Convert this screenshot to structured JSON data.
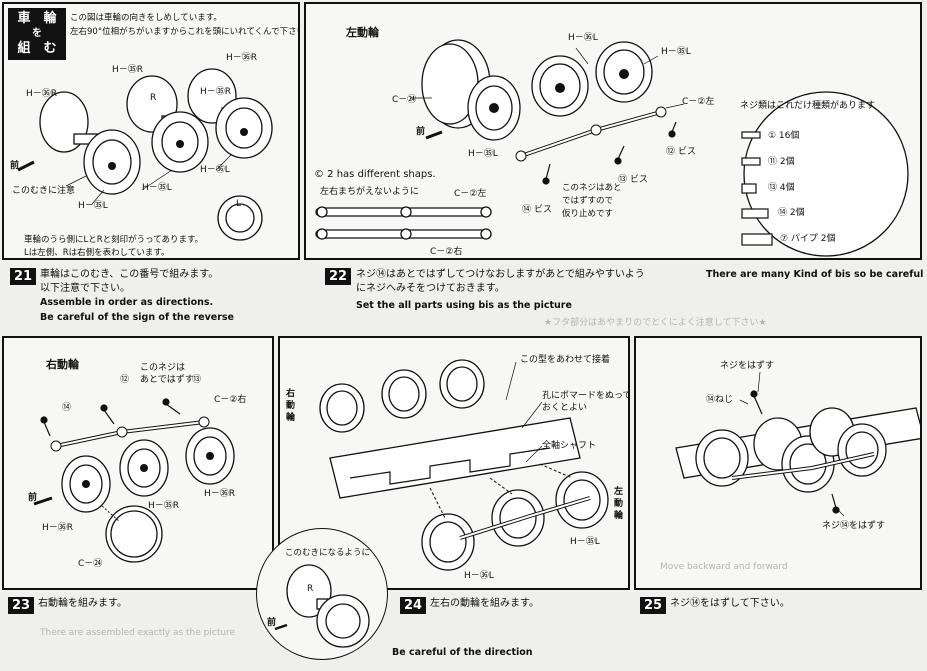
{
  "panel_top_left": {
    "badge": [
      "車　輪",
      "を",
      "組　む"
    ],
    "note_line1": "この図は車輪の向きをしめしています。",
    "note_line2": "左右90°位相がちがいますからこれを頭にいれてくんで下さい。",
    "labels": {
      "h35r_a": "H－㉟R",
      "h35r_b": "H－㉟R",
      "h36r_a": "H－㊱R",
      "h36r_b": "H－㊱R",
      "h35l": "H－㉟L",
      "h36l": "H－㊱L",
      "h35l_b": "H－㉟L",
      "front": "前",
      "orient": "このむきに注意",
      "l_mark": "L",
      "r_mark": "R"
    },
    "bottom_line1": "車輪のうら側にLとRと刻印がうってあります。",
    "bottom_line2": "Lは左側、Rは右側を表わしています。"
  },
  "panel_top_right": {
    "title": "左動輪",
    "labels": {
      "c24": "C－㉔",
      "h36l": "H－㊱L",
      "h35l": "H－㉟L",
      "h35l_b": "H－㉟L",
      "c2l": "C－②左",
      "c2r": "C－②右",
      "c2l_b": "C－②左",
      "front": "前",
      "bis1": "ビス",
      "bis2": "ビス",
      "bis3": "ビス",
      "m14": "⑭",
      "m13": "⑬",
      "m12": "⑫"
    },
    "shapes_note": "© 2 has different shaps.",
    "mistake_note": "左右まちがえないように",
    "screw_note": [
      "このネジはあと",
      "ではずすので",
      "仮り止めです"
    ],
    "screw_types_title": "ネジ類はこれだけ種類があります",
    "screw_types": [
      "① 16個",
      "⑪ 2個",
      "⑬ 4個",
      "⑭ 2個",
      "⑦ パイプ 2個"
    ]
  },
  "step21": {
    "num": "21",
    "jp1": "車輪はこのむき、この番号で組みます。",
    "jp2": "以下注意で下さい。",
    "en1": "Assemble in order as directions.",
    "en2": "Be careful  of  the sign of  the reverse"
  },
  "step22": {
    "num": "22",
    "jp1": "ネジ⑭はあとではずしてつけなおしますがあとで組みやすいよう",
    "jp2": "にネジへみそをつけておきます。",
    "en1": "Set the all parts using bis as the picture",
    "en2": "There are many Kind of bis so be careful"
  },
  "panel_mid_left": {
    "title": "右動輪",
    "labels": {
      "screw_note": "このネジは",
      "screw_note2": "あとではずす",
      "m12": "⑫",
      "m13": "⑬",
      "m14": "⑭",
      "c2r": "C－②右",
      "h36r": "H－㊱R",
      "h35r": "H－㉟R",
      "h36r_b": "H－㊱R",
      "c24": "C－㉔",
      "front": "前"
    }
  },
  "panel_mid_center": {
    "right_label": [
      "右",
      "動",
      "輪"
    ],
    "left_label": [
      "左",
      "動",
      "輪"
    ],
    "note1": "この型をあわせて接着",
    "note2a": "孔にポマードをぬって",
    "note2b": "おくとよい",
    "note3": "全軸シャフト",
    "h35l": "H－㉟L",
    "h36l": "H－㊱L",
    "inset_note": "このむきになるように",
    "front": "前",
    "r_mark": "R"
  },
  "panel_mid_right": {
    "remove": "ネジをはずす",
    "nuts": "⑭ねじ",
    "remove2": "ネジ⑭をはずす"
  },
  "step23": {
    "num": "23",
    "jp": "右動輪を組みます。"
  },
  "step24": {
    "num": "24",
    "jp": "左右の動輪を組みます。",
    "en": "Be careful  of  the direction"
  },
  "step25": {
    "num": "25",
    "jp": "ネジ⑭をはずして下さい。"
  },
  "faint": {
    "mirror1": "★フタ部分はあやまりのでとくによく注意して下さい★",
    "mirror2": "There are assembled exactly as the picture",
    "mirror3": "Move backward and forward"
  }
}
